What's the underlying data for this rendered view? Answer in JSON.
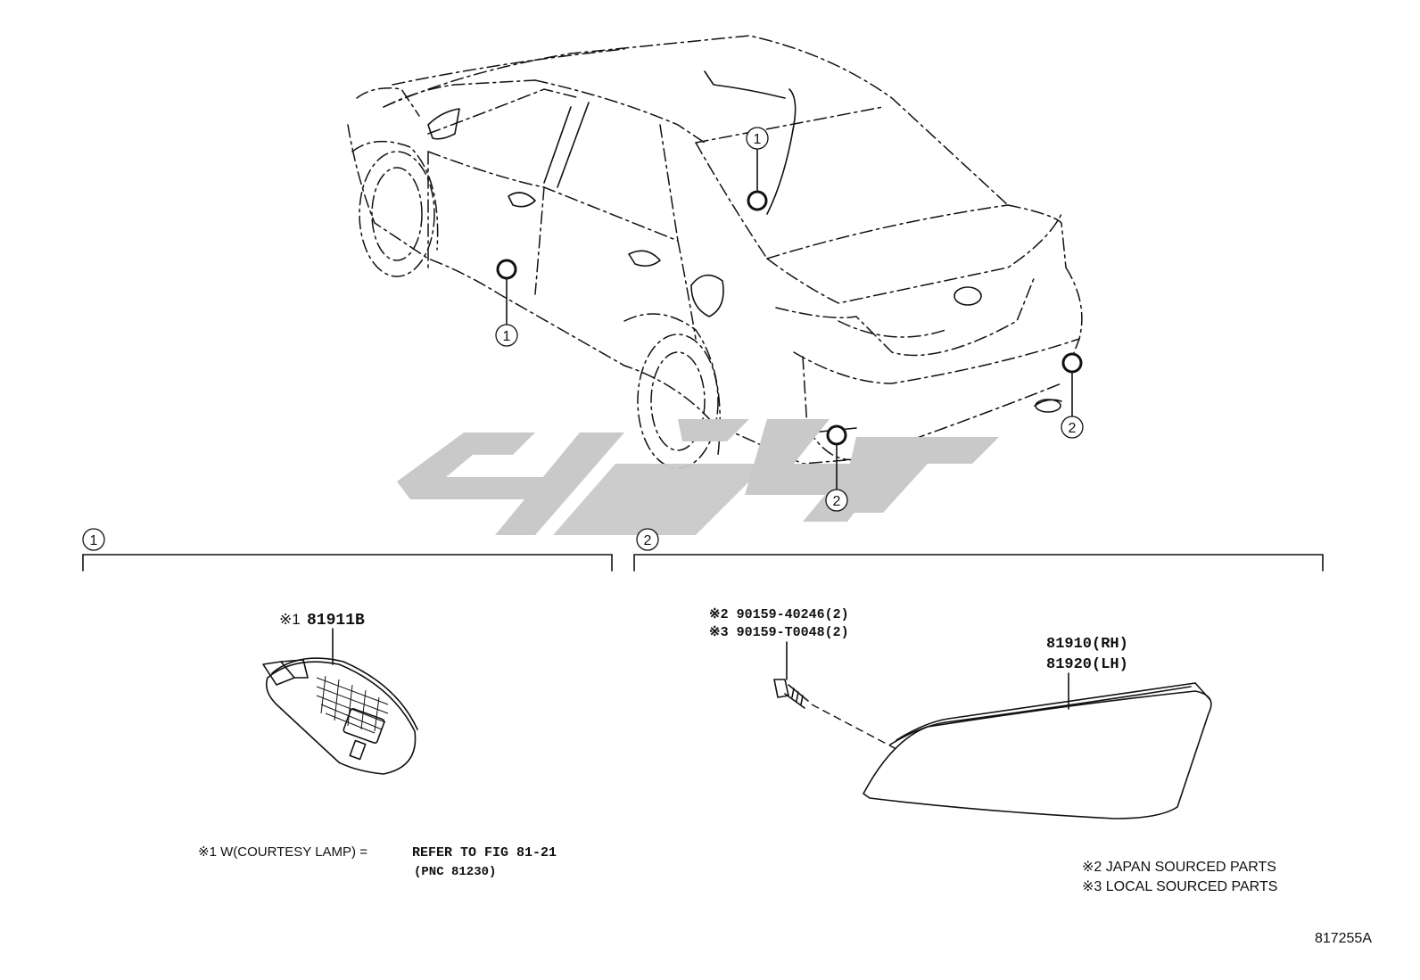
{
  "watermark_text": "",
  "callouts": {
    "one": "1",
    "two": "2"
  },
  "section1": {
    "label": "1",
    "part_prefix": "※1",
    "part_number": "81911B",
    "note_prefix": "※1 W(COURTESY LAMP) = ",
    "note_ref": "REFER TO FIG 81-21",
    "note_pnc": "(PNC 81230)"
  },
  "section2": {
    "label": "2",
    "bolt_line1": "※2 90159-40246(2)",
    "bolt_line2": "※3 90159-T0048(2)",
    "lamp_rh": "81910(RH)",
    "lamp_lh": "81920(LH)",
    "legend_line1": "※2 JAPAN SOURCED PARTS",
    "legend_line2": "※3 LOCAL SOURCED PARTS"
  },
  "figure_code": "817255A",
  "colors": {
    "ink": "#111111",
    "watermark": "#c9c9c9",
    "background": "#ffffff"
  }
}
